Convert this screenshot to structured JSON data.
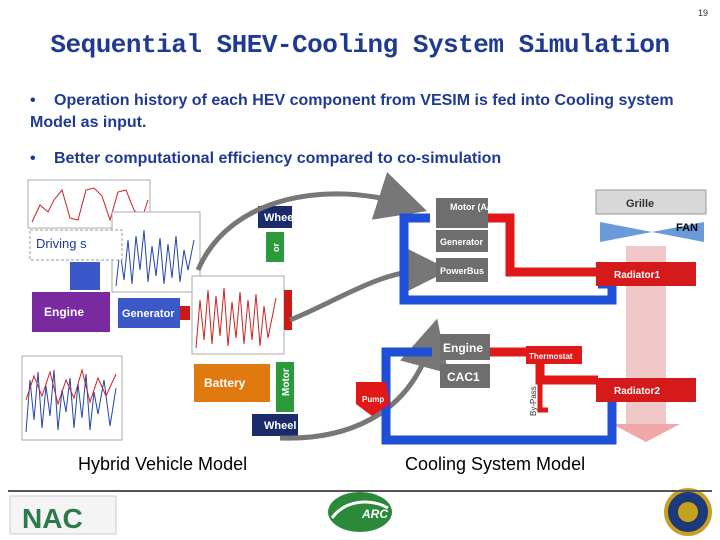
{
  "page_number": "19",
  "title": "Sequential SHEV-Cooling System Simulation",
  "bullets": [
    {
      "marker": "•",
      "text": "Operation history of each HEV component from VESIM is fed into Cooling system Model as input."
    },
    {
      "marker": "•",
      "text": "Better computational efficiency compared to co-simulation"
    }
  ],
  "hybrid_model": {
    "caption": "Hybrid Vehicle Model",
    "driving_label": "Driving s",
    "components": {
      "engine": "Engine",
      "generator": "Generator",
      "battery": "Battery",
      "wheel_top": "Wheel",
      "wheel_bottom": "Wheel",
      "motor_vertical": "Motor",
      "vertical_top": "or"
    }
  },
  "cooling_model": {
    "caption": "Cooling System Model",
    "components": {
      "motor": "Motor (A/B)",
      "generator": "Generator",
      "power_bus": "PowerBus",
      "engine": "Engine",
      "cac1": "CAC1",
      "thermostat": "Thermostat",
      "pump": "Pump",
      "bypass": "By-Pass",
      "grille": "Grille",
      "fan": "FAN",
      "radiator1": "Radiator1",
      "radiator2": "Radiator2"
    }
  },
  "logos": {
    "nac": "NAC",
    "arc": "ARC"
  },
  "colors": {
    "title": "#1f3a93",
    "cool_blue": "#1e4fd6",
    "hot_red": "#e01818",
    "component_gray": "#6e6e6e",
    "engine_purple": "#7a2aa0",
    "motor_green": "#2a9a3a",
    "battery_orange": "#e07a10",
    "wheel_navy": "#1a2a6a"
  }
}
